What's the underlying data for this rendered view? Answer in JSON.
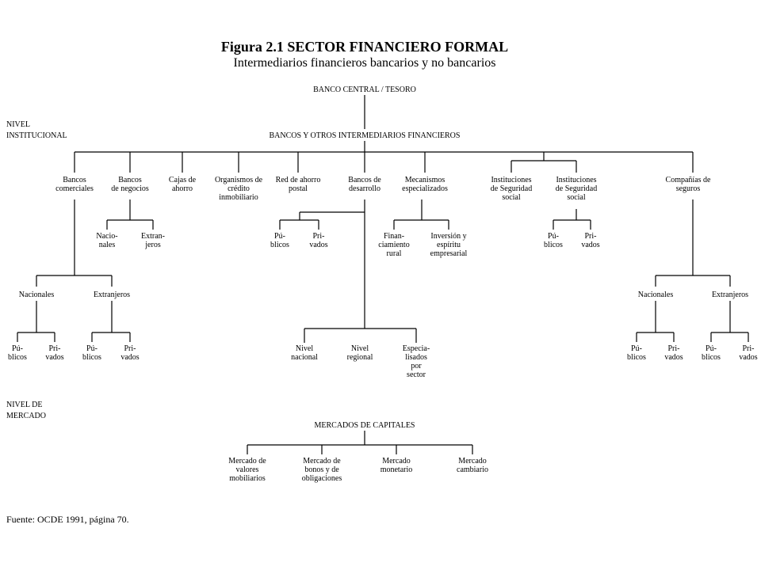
{
  "title": "Figura 2.1 SECTOR FINANCIERO FORMAL",
  "subtitle": "Intermediarios financieros bancarios y no bancarios",
  "levels": {
    "institucional": [
      "NIVEL",
      "INSTITUCIONAL"
    ],
    "mercado": [
      "NIVEL DE",
      "MERCADO"
    ]
  },
  "nodes": {
    "banco_central": [
      "BANCO CENTRAL / TESORO"
    ],
    "bancos_otros": [
      "BANCOS Y OTROS INTERMEDIARIOS FINANCIEROS"
    ],
    "bancos_comerciales": [
      "Bancos",
      "comerciales"
    ],
    "bancos_negocios": [
      "Bancos",
      "de negocios"
    ],
    "cajas_ahorro": [
      "Cajas de",
      "ahorro"
    ],
    "organismos_credito": [
      "Organismos de",
      "crédito",
      "inmobiliario"
    ],
    "red_ahorro": [
      "Red de ahorro",
      "postal"
    ],
    "bancos_desarrollo": [
      "Bancos de",
      "desarrollo"
    ],
    "mecanismos": [
      "Mecanismos",
      "especializados"
    ],
    "inst_seg_1": [
      "Instituciones",
      "de Seguridad",
      "social"
    ],
    "inst_seg_2": [
      "Instituciones",
      "de Seguridad",
      "social"
    ],
    "companias_seguros": [
      "Compañías de",
      "seguros"
    ],
    "negocios_nacionales": [
      "Nacio-",
      "nales"
    ],
    "negocios_extranjeros": [
      "Extran-",
      "jeros"
    ],
    "red_publicos": [
      "Pú-",
      "blicos"
    ],
    "red_privados": [
      "Pri-",
      "vados"
    ],
    "financiamiento_rural": [
      "Finan-",
      "ciamiento",
      "rural"
    ],
    "inversion_espiritu": [
      "Inversión y",
      "espíritu",
      "empresarial"
    ],
    "seg_publicos": [
      "Pú-",
      "blicos"
    ],
    "seg_privados": [
      "Pri-",
      "vados"
    ],
    "com_nacionales": [
      "Nacionales"
    ],
    "com_extranjeros": [
      "Extranjeros"
    ],
    "com_nac_publicos": [
      "Pú-",
      "blicos"
    ],
    "com_nac_privados": [
      "Pri-",
      "vados"
    ],
    "com_ext_publicos": [
      "Pú-",
      "blicos"
    ],
    "com_ext_privados": [
      "Pri-",
      "vados"
    ],
    "nivel_nacional": [
      "Nivel",
      "nacional"
    ],
    "nivel_regional": [
      "Nivel",
      "regional"
    ],
    "especializados_sector": [
      "Especia-",
      "lisados",
      "por",
      "sector"
    ],
    "cs_nacionales": [
      "Nacionales"
    ],
    "cs_extranjeros": [
      "Extranjeros"
    ],
    "cs_nac_publicos": [
      "Pú-",
      "blicos"
    ],
    "cs_nac_privados": [
      "Pri-",
      "vados"
    ],
    "cs_ext_publicos": [
      "Pú-",
      "blicos"
    ],
    "cs_ext_privados": [
      "Pri-",
      "vados"
    ],
    "mercados_capitales": [
      "MERCADOS DE CAPITALES"
    ],
    "mercado_valores": [
      "Mercado de",
      "valores",
      "mobiliarios"
    ],
    "mercado_bonos": [
      "Mercado de",
      "bonos y de",
      "obligaciones"
    ],
    "mercado_monetario": [
      "Mercado",
      "monetario"
    ],
    "mercado_cambiario": [
      "Mercado",
      "cambiario"
    ]
  },
  "source": "Fuente: OCDE 1991, página 70."
}
